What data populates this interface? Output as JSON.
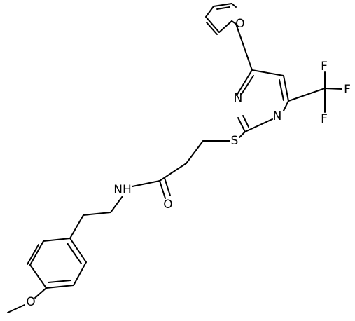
{
  "atoms": {
    "furan_oxygen": "O",
    "ring_nitrogen_upper": "N",
    "ring_nitrogen_lower": "N",
    "fluorine_upper": "F",
    "fluorine_right": "F",
    "fluorine_lower": "F",
    "sulfur": "S",
    "amide_nh": "NH",
    "carbonyl_oxygen": "O",
    "methoxy_oxygen": "O"
  },
  "colors": {
    "bond": "#000000",
    "label": "#000000",
    "background": "#ffffff"
  }
}
